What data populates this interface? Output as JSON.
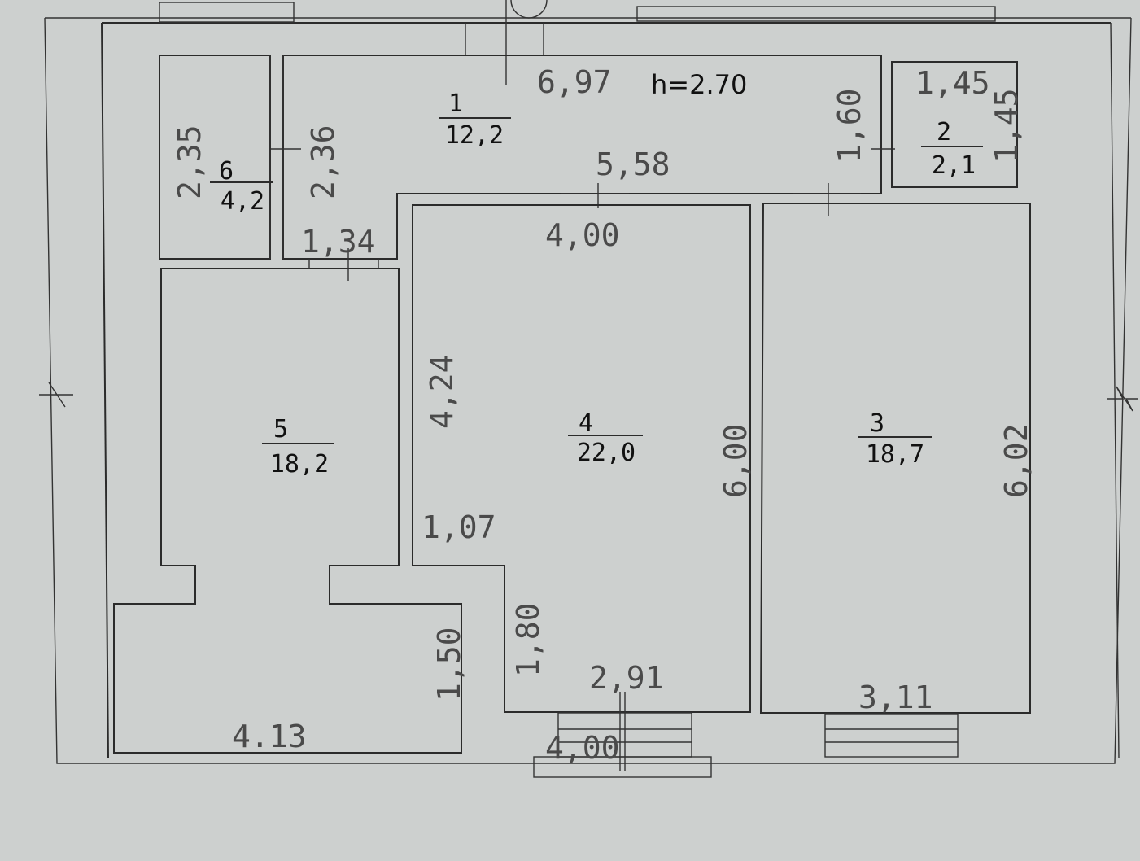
{
  "plan": {
    "ceiling_height": "h=2.70",
    "rooms": [
      {
        "number": "1",
        "area": "12,2"
      },
      {
        "number": "2",
        "area": "2,1"
      },
      {
        "number": "3",
        "area": "18,7"
      },
      {
        "number": "4",
        "area": "22,0"
      },
      {
        "number": "5",
        "area": "18,2"
      },
      {
        "number": "6",
        "area": "4,2"
      }
    ],
    "dimensions": {
      "d697": "6,97",
      "d145a": "1,45",
      "d145b": "1,45",
      "d160": "1,60",
      "d558": "5,58",
      "d235": "2,35",
      "d236": "2,36",
      "d134": "1,34",
      "d400a": "4,00",
      "d424": "4,24",
      "d600": "6,00",
      "d602": "6,02",
      "d107": "1,07",
      "d180": "1,80",
      "d150": "1,50",
      "d291": "2,91",
      "d311": "3,11",
      "d413": "4.13",
      "d400b": "4,00"
    }
  }
}
